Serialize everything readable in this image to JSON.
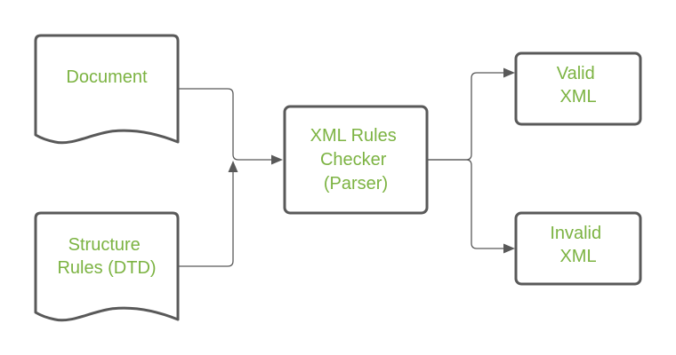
{
  "colors": {
    "shape_stroke": "#595959",
    "text": "#7cb342",
    "background": "#ffffff"
  },
  "nodes": {
    "document": {
      "shape": "document",
      "lines": [
        "Document"
      ]
    },
    "structure_rules": {
      "shape": "document",
      "lines": [
        "Structure",
        "Rules (DTD)"
      ]
    },
    "checker": {
      "shape": "process",
      "lines": [
        "XML Rules",
        "Checker",
        "(Parser)"
      ]
    },
    "valid": {
      "shape": "process",
      "lines": [
        "Valid",
        "XML"
      ]
    },
    "invalid": {
      "shape": "process",
      "lines": [
        "Invalid",
        "XML"
      ]
    }
  },
  "edges": [
    {
      "from": "document",
      "to": "checker"
    },
    {
      "from": "structure_rules",
      "to": "checker"
    },
    {
      "from": "checker",
      "to": "valid"
    },
    {
      "from": "checker",
      "to": "invalid"
    }
  ]
}
